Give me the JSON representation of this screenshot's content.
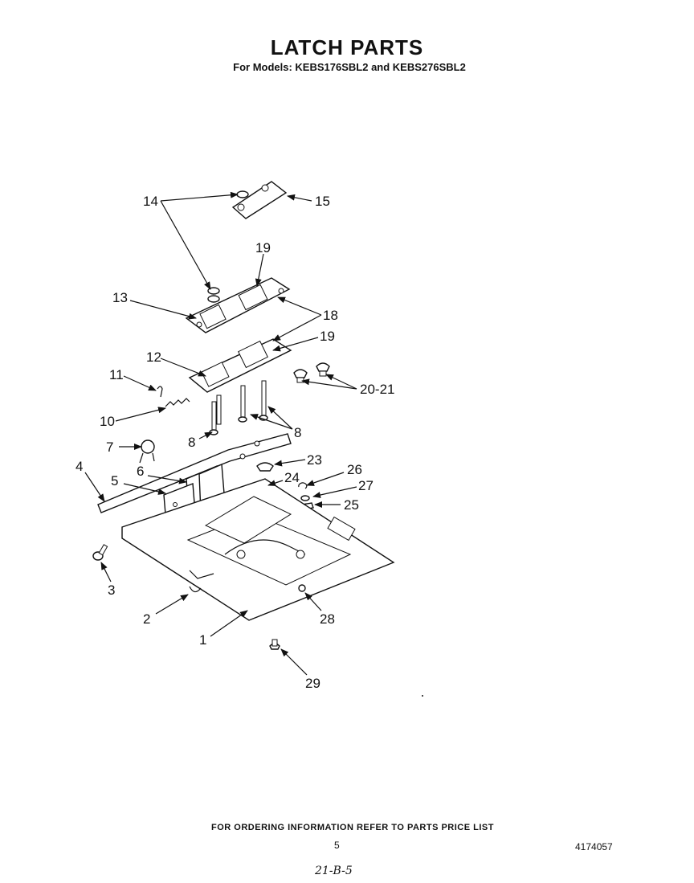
{
  "header": {
    "title": "LATCH PARTS",
    "subtitle": "For Models: KEBS176SBL2 and KEBS276SBL2"
  },
  "callouts": [
    "14",
    "15",
    "19",
    "13",
    "18",
    "19",
    "12",
    "11",
    "20-21",
    "10",
    "8",
    "8",
    "7",
    "23",
    "4",
    "6",
    "24",
    "26",
    "5",
    "27",
    "25",
    "3",
    "2",
    "28",
    "1",
    "29"
  ],
  "footer": {
    "ordering_note": "FOR ORDERING INFORMATION REFER TO PARTS PRICE LIST",
    "page_number": "5",
    "document_number": "4174057",
    "handwritten_mark": "21-B-5"
  }
}
